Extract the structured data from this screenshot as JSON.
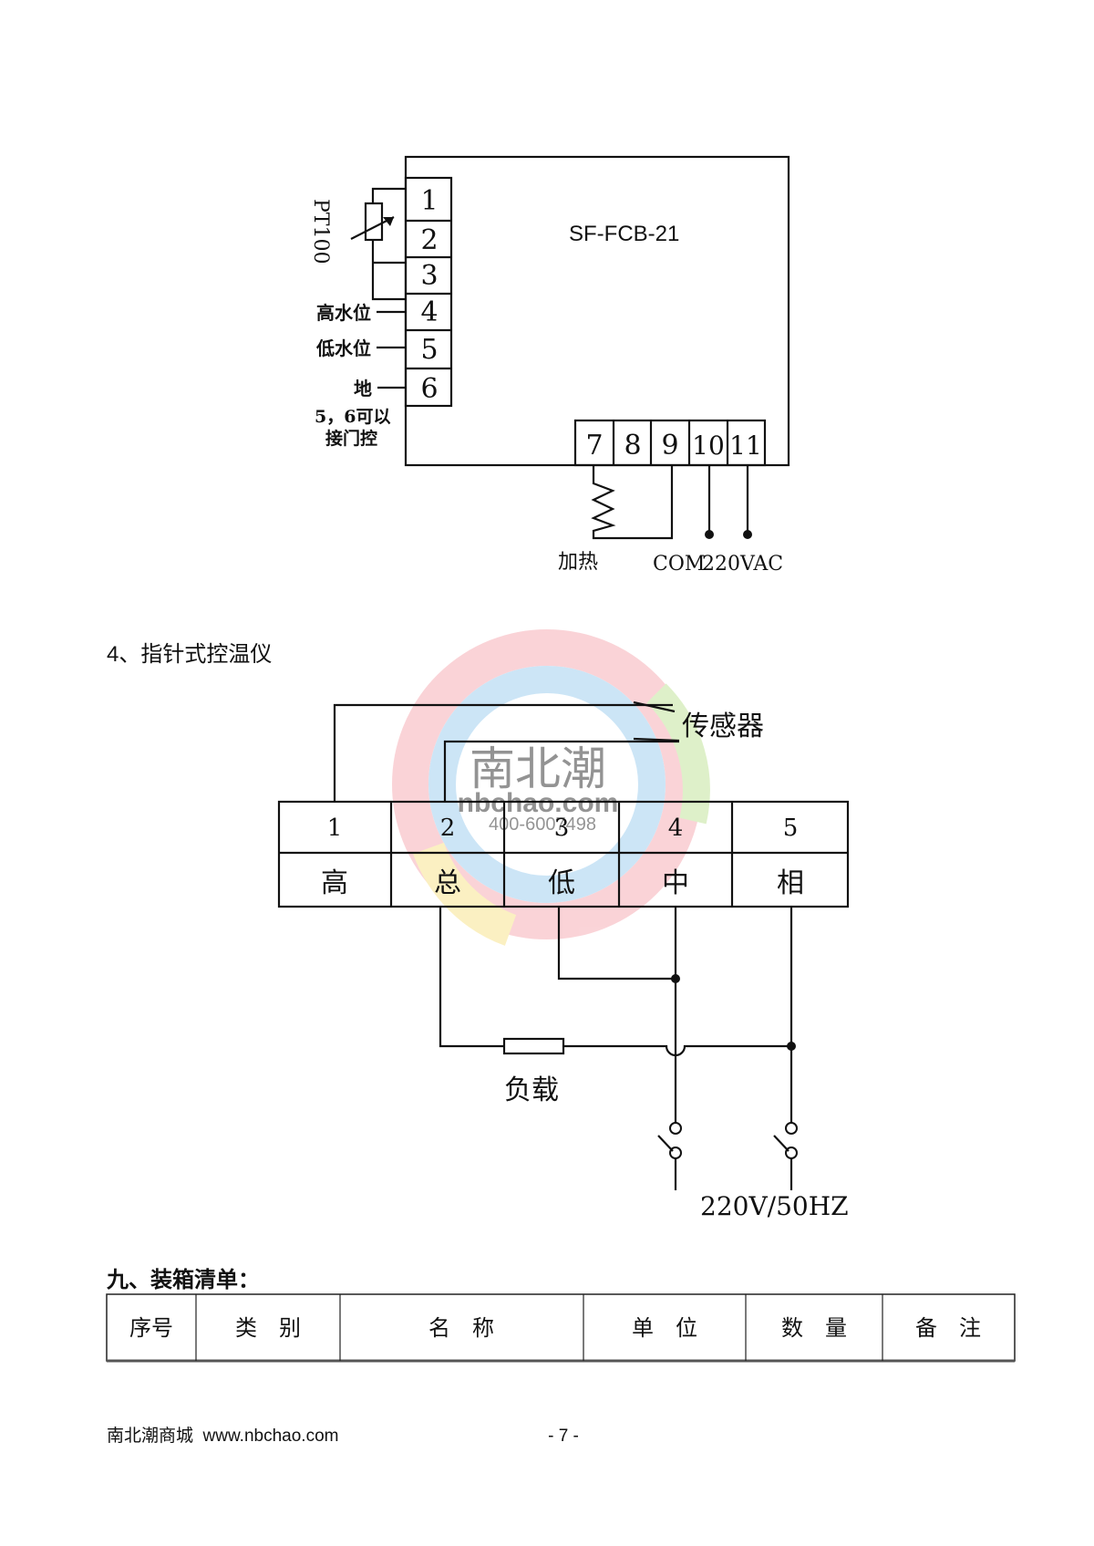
{
  "diagram1": {
    "model": "SF-FCB-21",
    "sensor_label": "PT100",
    "left_terminals": [
      "1",
      "2",
      "3",
      "4",
      "5",
      "6"
    ],
    "left_labels": {
      "t4": "高水位",
      "t5": "低水位",
      "t6": "地"
    },
    "note_line1": "5，6可以",
    "note_line2": "接门控",
    "bottom_terminals": [
      "7",
      "8",
      "9",
      "10",
      "11"
    ],
    "heater_label": "加热",
    "com_label": "COM",
    "power_label": "220VAC"
  },
  "section4": {
    "heading": "4、指针式控温仪"
  },
  "diagram2": {
    "sensor_label": "传感器",
    "terminal_numbers": [
      "1",
      "2",
      "3",
      "4",
      "5"
    ],
    "terminal_names": [
      "高",
      "总",
      "低",
      "中",
      "相"
    ],
    "load_label": "负载",
    "power_label": "220V/50HZ"
  },
  "watermark": {
    "brand": "南北潮",
    "site": "nbchao.com",
    "phone": "400-6007498"
  },
  "section9": {
    "heading": "九、装箱清单：",
    "columns": [
      "序号",
      "类　别",
      "名　称",
      "单　位",
      "数　量",
      "备　注"
    ]
  },
  "footer": {
    "left": "南北潮商城  www.nbchao.com",
    "page": "- 7 -"
  }
}
